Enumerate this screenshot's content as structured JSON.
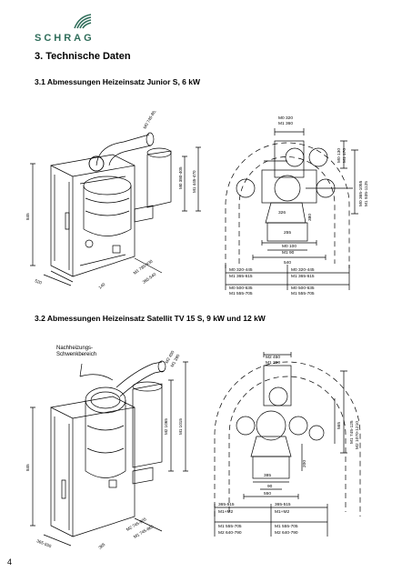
{
  "header": {
    "brand": "SCHRAG"
  },
  "section_title": "3. Technische Daten",
  "sub1": {
    "title": "3.1 Abmessungen Heizeinsatz Junior S, 6 kW",
    "iso_labels": [
      "845",
      "M0 380-405",
      "M1 445-470",
      "M0 745-865",
      "M1 780-930",
      "365-540",
      "520",
      "140"
    ],
    "plan_labels": [
      "M0 320",
      "M1 360",
      "M0 130",
      "M1 170",
      "M0 365-1055",
      "M1 935-1125",
      "326",
      "255",
      "380",
      "M0 100",
      "M1 90",
      "540",
      "M0 320-445",
      "M1 365-615",
      "M0 500-635",
      "M1 555-705"
    ]
  },
  "sub2": {
    "title": "3.2 Abmessungen Heizeinsatz Satellit TV 15 S, 9 kW und 12 kW",
    "annotation_line1": "Nachheizungs-",
    "annotation_line2": "Schwenkbereich",
    "iso_labels": [
      "845",
      "M2 450",
      "M1 390",
      "M2 1065",
      "M1 1015",
      "M2 745-905",
      "M1 745-865",
      "365-550",
      "365"
    ],
    "plan_labels": [
      "M2 450",
      "M1 390",
      "M1 745-125",
      "M2 1070-1210",
      "565",
      "200",
      "385",
      "90",
      "550",
      "365-515",
      "M1+M2",
      "M1 555-705",
      "M2 640-790"
    ]
  },
  "page_number": "4",
  "colors": {
    "brand": "#2f6d5a",
    "line": "#000000"
  }
}
